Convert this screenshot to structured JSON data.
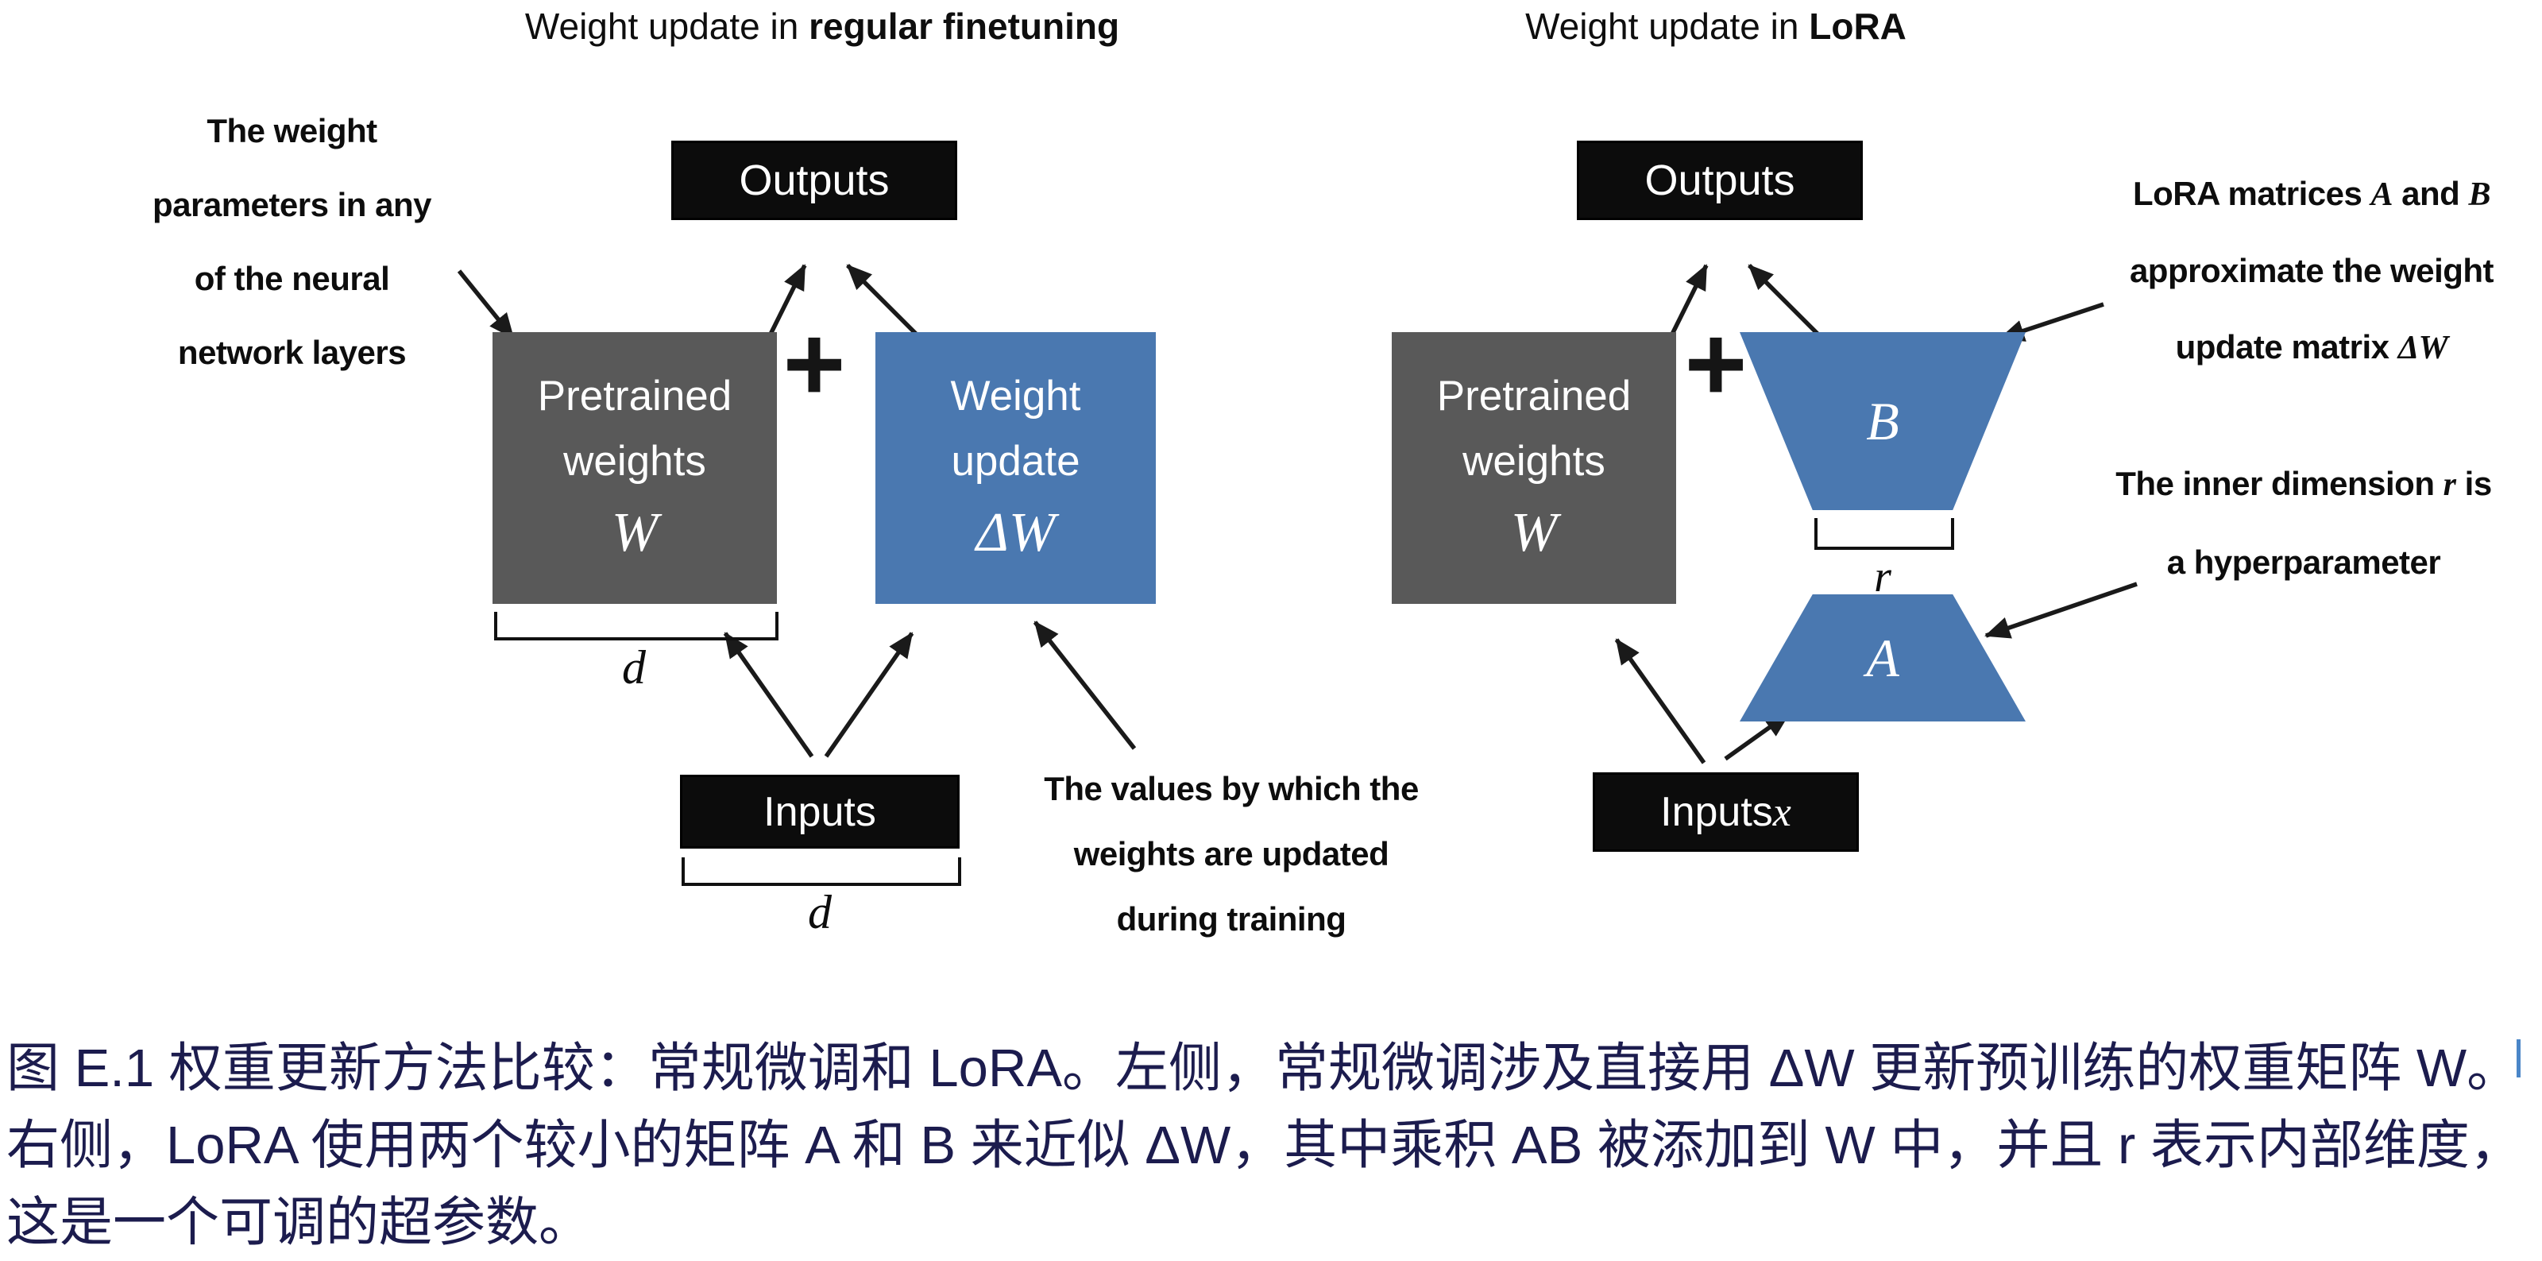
{
  "colors": {
    "box_gray": "#595959",
    "box_blue": "#4a78b0",
    "box_black": "#0c0c0c",
    "caption_text": "#1c1c4e",
    "arrow": "#1a1a1a"
  },
  "left": {
    "title_prefix": "Weight update in ",
    "title_emph": "regular finetuning",
    "annotation_weights": [
      "The weight",
      "parameters in any",
      "of the neural",
      "network layers"
    ],
    "outputs_label": "Outputs",
    "plus_sign": "+",
    "pretrained_lines": [
      "Pretrained",
      "weights"
    ],
    "pretrained_symbol": "W",
    "update_lines": [
      "Weight",
      "update"
    ],
    "update_symbol": "ΔW",
    "dim_weights": "d",
    "inputs_label": "Inputs",
    "dim_inputs": "d",
    "annotation_values": [
      "The values by which the",
      "weights are updated",
      "during training"
    ]
  },
  "right": {
    "title_prefix": "Weight update in ",
    "title_emph": "LoRA",
    "outputs_label": "Outputs",
    "plus_sign": "+",
    "pretrained_lines": [
      "Pretrained",
      "weights"
    ],
    "pretrained_symbol": "W",
    "matrix_b": "B",
    "matrix_a": "A",
    "rank_symbol": "r",
    "inputs_prefix": "Inputs ",
    "inputs_symbol": "x",
    "annotation_lora": {
      "l1a": "LoRA matrices ",
      "l1b": "A",
      "l1c": " and ",
      "l1d": "B",
      "l2": "approximate the weight",
      "l3a": "update matrix ",
      "l3b": "ΔW"
    },
    "annotation_rank": {
      "l1a": "The inner dimension ",
      "l1b": "r",
      "l1c": " is",
      "l2": "a hyperparameter"
    }
  },
  "caption": {
    "line1": "图 E.1 权重更新方法比较：常规微调和 LoRA。左侧，常规微调涉及直接用 ΔW 更新预训练的权重矩阵 W。",
    "line2": "右侧，LoRA 使用两个较小的矩阵 A 和 B 来近似 ΔW，其中乘积 AB 被添加到 W 中，并且 r 表示内部维度，",
    "line3": "这是一个可调的超参数。"
  }
}
